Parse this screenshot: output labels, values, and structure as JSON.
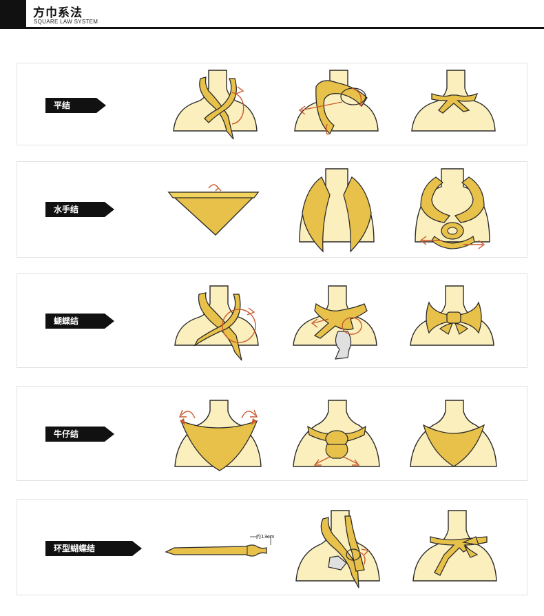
{
  "header": {
    "title": "方巾系法",
    "subtitle": "SQUARE LAW SYSTEM"
  },
  "colors": {
    "scarf": "#e7c14a",
    "skin": "#fbefbd",
    "outline": "#2a2a2a",
    "arrow": "#c9582b",
    "tag_bg": "#111111",
    "card_border": "#e2e2e2"
  },
  "rows": [
    {
      "label": "平结",
      "steps": [
        "wrap-cross",
        "loop-pull",
        "knot-done"
      ]
    },
    {
      "label": "水手结",
      "steps": [
        "triangle-fold",
        "drape-open",
        "ring-knot"
      ]
    },
    {
      "label": "蝴蝶结",
      "steps": [
        "wrap-cross",
        "loop-pull",
        "bow-done"
      ]
    },
    {
      "label": "牛仔结",
      "steps": [
        "triangle-front",
        "back-knot",
        "cowboy-done"
      ]
    },
    {
      "label": "环型蝴蝶结",
      "steps": [
        "strip-fold",
        "wrap-knot",
        "loop-bow-done"
      ],
      "note": "约13cm"
    }
  ]
}
